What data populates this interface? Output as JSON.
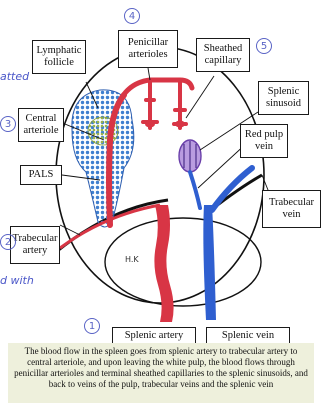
{
  "labels": {
    "lymphatic_follicle": "Lymphatic follicle",
    "penicillar_arterioles": "Penicillar arterioles",
    "sheathed_capillary": "Sheathed capillary",
    "splenic_sinusoid": "Splenic sinusoid",
    "central_arteriole": "Central arteriole",
    "red_pulp_vein": "Red pulp vein",
    "pals": "PALS",
    "trabecular_vein": "Trabecular vein",
    "trabecular_artery": "Trabecular artery",
    "splenic_artery": "Splenic artery",
    "splenic_vein": "Splenic vein"
  },
  "caption": "The blood flow in the spleen goes from splenic artery to trabecular artery to central arteriole, and upon leaving the white pulp, the blood flows through penicillar arterioles and terminal sheathed capillaries to the splenic sinusoids, and back to veins of the pulp, trabecular veins and the splenic vein",
  "handwriting": {
    "step_numbers": [
      "4",
      "5",
      "3",
      "2",
      "1"
    ],
    "notes": [
      "atted",
      "d with",
      "H.K"
    ]
  },
  "colors": {
    "artery": "#d83545",
    "vein": "#2f5fd0",
    "follicle": "#3f7fcf",
    "sinusoid": "#8a55c4",
    "caption_bg": "#eef0dc",
    "hand_ink": "#5a64c6"
  }
}
